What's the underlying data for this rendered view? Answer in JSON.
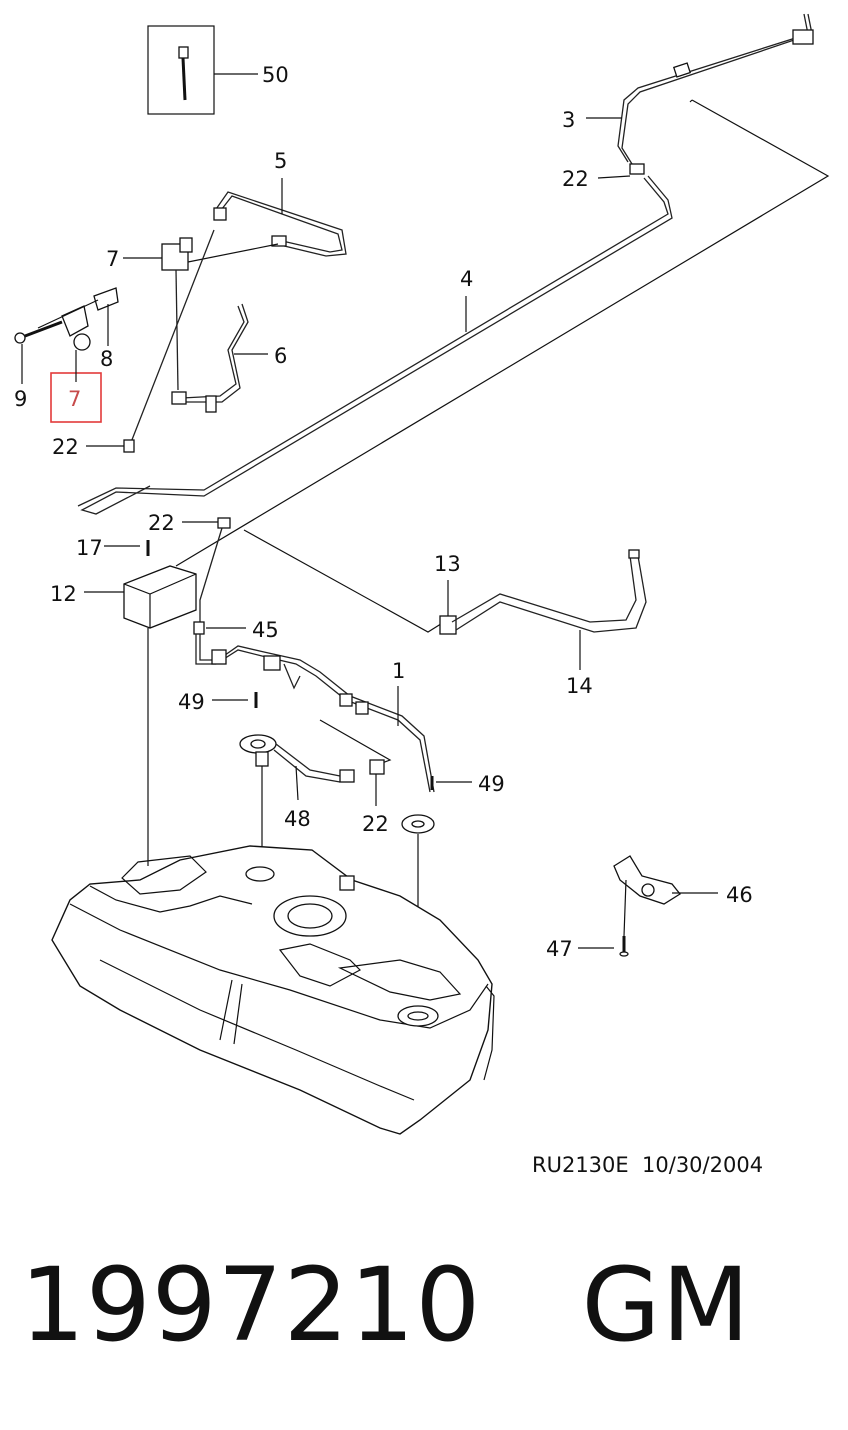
{
  "diagram": {
    "callouts": {
      "c50": "50",
      "c3": "3",
      "c22a": "22",
      "c5": "5",
      "c7a": "7",
      "c4": "4",
      "c8": "8",
      "c6": "6",
      "c9": "9",
      "c7b": "7",
      "c22b": "22",
      "c22c": "22",
      "c17": "17",
      "c12": "12",
      "c13": "13",
      "c45": "45",
      "c14": "14",
      "c1": "1",
      "c49a": "49",
      "c49b": "49",
      "c48": "48",
      "c22d": "22",
      "c46": "46",
      "c47": "47"
    },
    "stamp": "RU2130E  10/30/2004",
    "highlight_color": "#e23a3a"
  },
  "footer": {
    "part_number": "1997210   GM"
  }
}
